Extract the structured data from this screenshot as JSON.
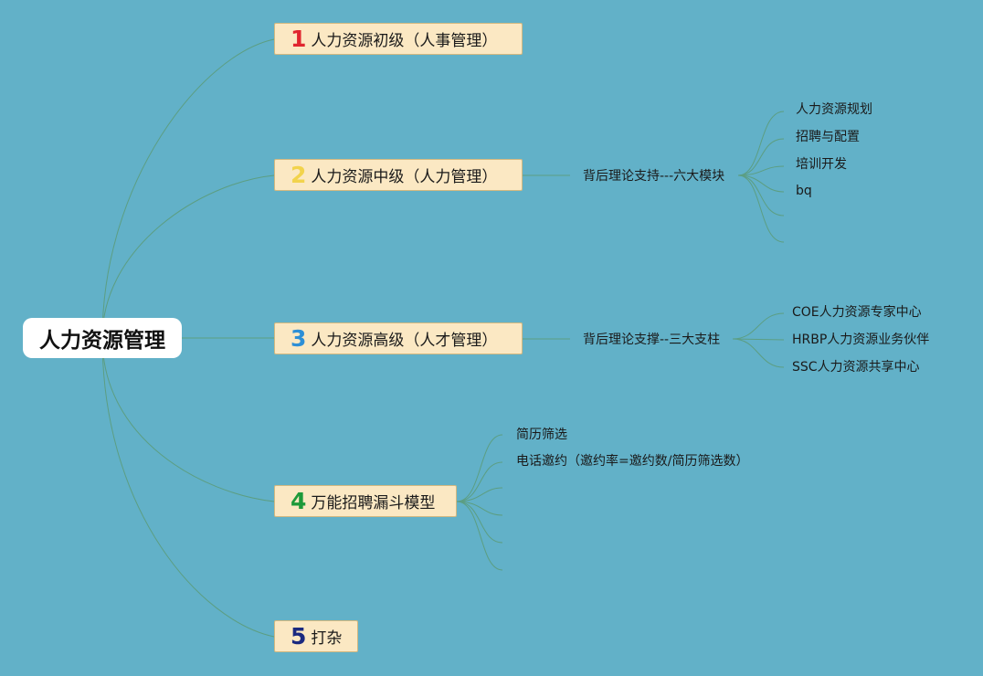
{
  "root": {
    "label": "人力资源管理"
  },
  "branches": [
    {
      "num": "1",
      "num_color": "#e0262f",
      "label": "人力资源初级（人事管理）"
    },
    {
      "num": "2",
      "num_color": "#f2d34c",
      "label": "人力资源中级（人力管理）"
    },
    {
      "num": "3",
      "num_color": "#2e8fd6",
      "label": "人力资源高级（人才管理）"
    },
    {
      "num": "4",
      "num_color": "#1e9a3a",
      "label": "万能招聘漏斗模型"
    },
    {
      "num": "5",
      "num_color": "#1b2a80",
      "label": "打杂"
    }
  ],
  "subtopics": {
    "six_modules": {
      "label": "背后理论支持---六大模块",
      "children": [
        "人力资源规划",
        "招聘与配置",
        "培训开发",
        "bq",
        "",
        ""
      ]
    },
    "three_pillars": {
      "label": "背后理论支撑--三大支柱",
      "children": [
        "COE人力资源专家中心",
        "HRBP人力资源业务伙伴",
        "SSC人力资源共享中心"
      ]
    },
    "recruit_funnel": {
      "children": [
        "简历筛选",
        "电话邀约（邀约率=邀约数/简历筛选数）",
        "",
        "",
        "",
        ""
      ]
    }
  },
  "colors": {
    "background": "#62b1c8",
    "connector": "#5c9e82",
    "branch_fill": "#fbe8c3",
    "root_fill": "#ffffff"
  }
}
